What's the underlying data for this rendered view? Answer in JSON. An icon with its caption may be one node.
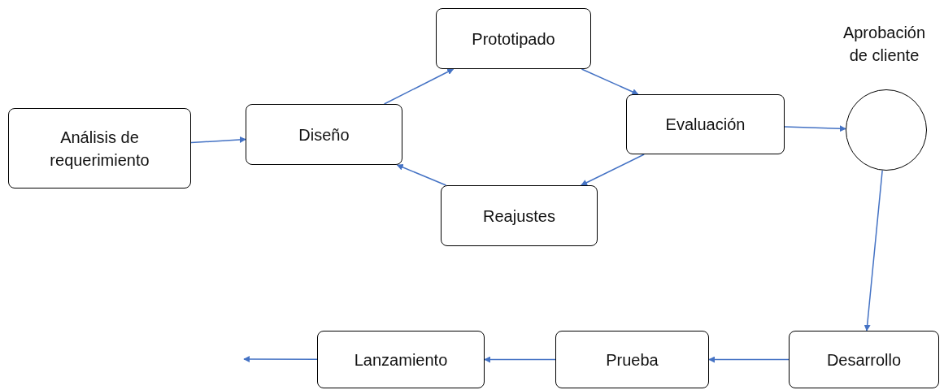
{
  "diagram": {
    "nodes": [
      {
        "text": [
          "Análisis de requerimiento"
        ]
      },
      {
        "text": [
          "Diseño"
        ]
      },
      {
        "text": [
          "Prototipado"
        ]
      },
      {
        "text": [
          "Evaluación"
        ]
      },
      {
        "text": [
          "Aprobación de cliente"
        ]
      },
      {
        "text": [
          "Reajustes"
        ]
      },
      {
        "text": [
          "Desarrollo"
        ]
      },
      {
        "text": [
          "Prueba"
        ]
      },
      {
        "text": [
          "Lanzamiento"
        ]
      }
    ],
    "edges": [
      {
        "from": 0,
        "to": 1,
        "arrow": "to"
      },
      {
        "from": 1,
        "to": 2,
        "arrow": "to"
      },
      {
        "from": 2,
        "to": 3,
        "arrow": "to"
      },
      {
        "from": 3,
        "to": 4,
        "arrow": "to"
      },
      {
        "from": 3,
        "to": 5,
        "arrow": "to"
      },
      {
        "from": 5,
        "to": 1,
        "arrow": "to"
      },
      {
        "from": 4,
        "to": 6,
        "arrow": "to"
      },
      {
        "from": 6,
        "to": 7,
        "arrow": "to"
      },
      {
        "from": 7,
        "to": 8,
        "arrow": "to"
      },
      {
        "from": 8,
        "to": null,
        "arrow": "to"
      }
    ]
  }
}
